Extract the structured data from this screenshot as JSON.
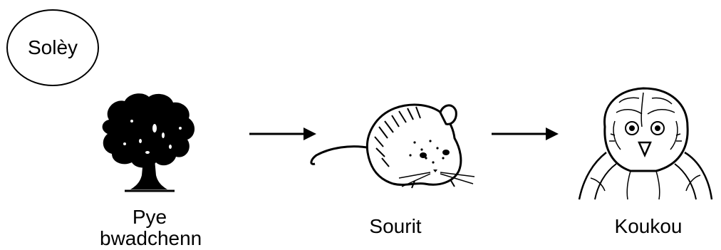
{
  "sun": {
    "label": "Solèy",
    "icon": "sun-circle"
  },
  "chain": [
    {
      "id": "tree",
      "label_line1": "Pye",
      "label_line2": "bwadchenn",
      "icon": "tree-icon"
    },
    {
      "id": "mouse",
      "label": "Sourit",
      "icon": "mouse-icon"
    },
    {
      "id": "owl",
      "label": "Koukou",
      "icon": "owl-icon"
    }
  ],
  "arrows": [
    {
      "from": "tree",
      "to": "mouse"
    },
    {
      "from": "mouse",
      "to": "owl"
    }
  ],
  "colors": {
    "ink": "#000000",
    "background": "#ffffff"
  }
}
